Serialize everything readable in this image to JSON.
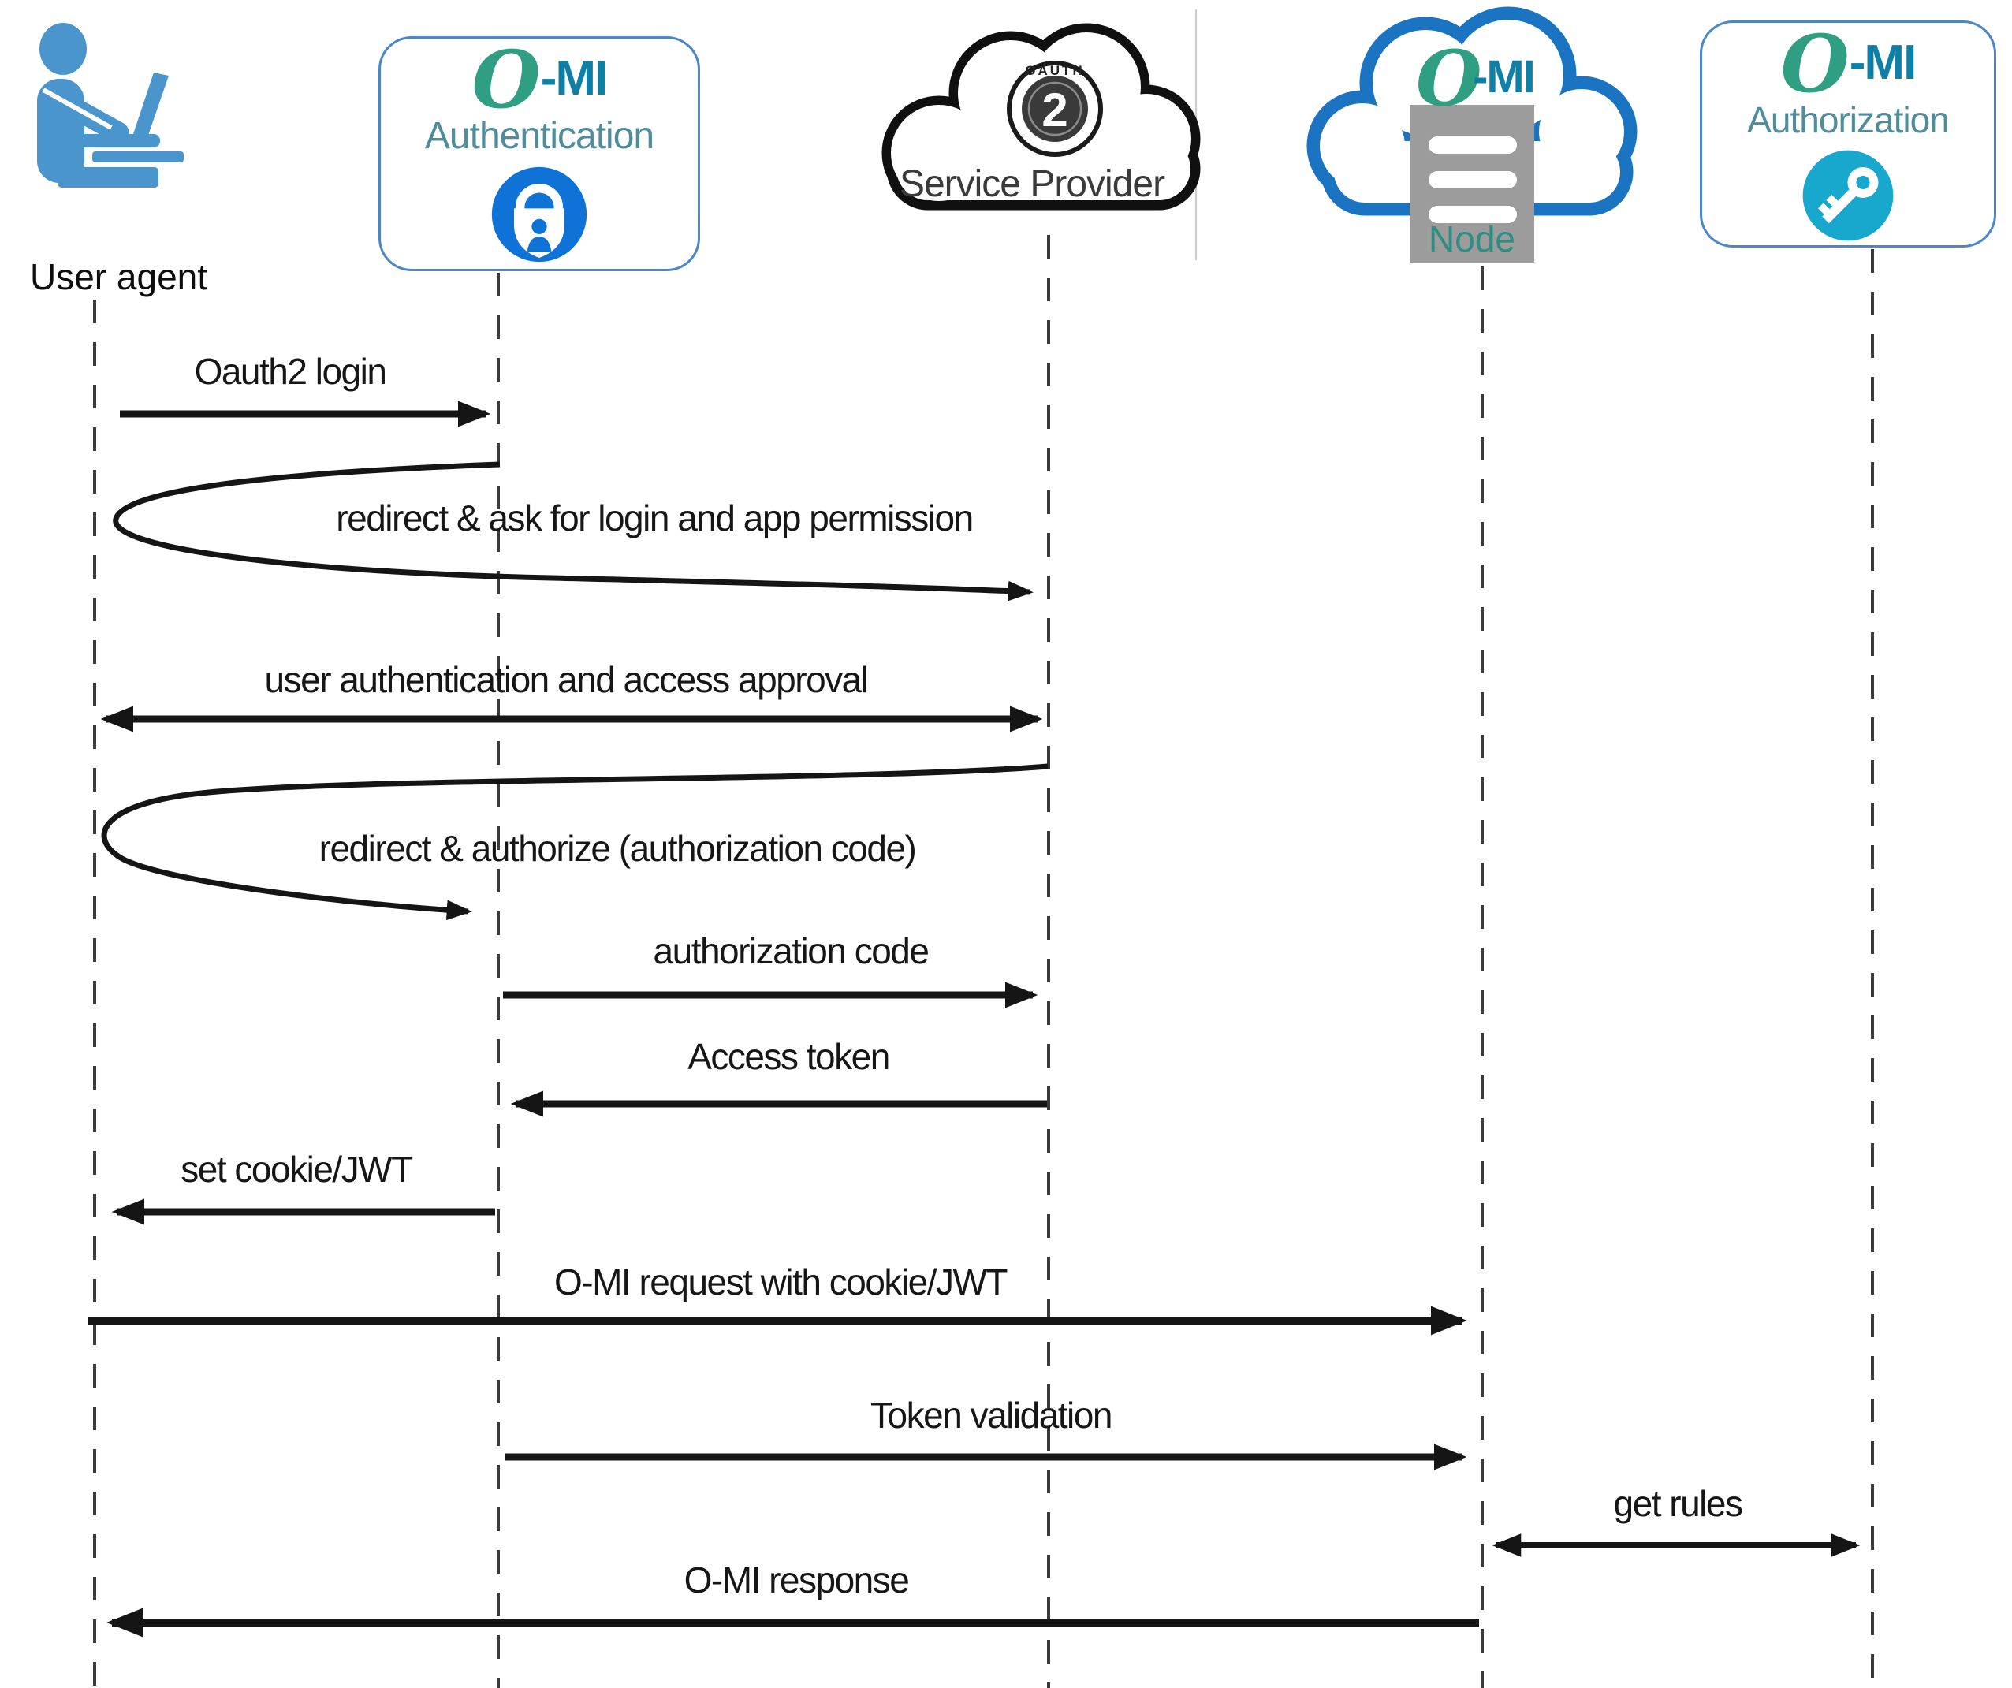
{
  "diagram": {
    "kind": "sequence-diagram",
    "actors": [
      {
        "id": "user-agent",
        "label": "User agent",
        "icon": "person-at-laptop-icon"
      },
      {
        "id": "omi-authentication",
        "logo_o": "O",
        "logo_mi": "-MI",
        "label": "Authentication",
        "icon": "padlock-shield-icon"
      },
      {
        "id": "service-provider",
        "label": "Service Provider",
        "badge_number": "2",
        "badge_ring_text": "OAUTH",
        "icon": "oauth2-badge-cloud-icon"
      },
      {
        "id": "omi-node",
        "logo_o": "O",
        "logo_mi": "-MI",
        "label": "Node",
        "icon": "server-in-cloud-icon"
      },
      {
        "id": "omi-authorization",
        "logo_o": "O",
        "logo_mi": "-MI",
        "label": "Authorization",
        "icon": "key-icon"
      }
    ],
    "messages": [
      {
        "from": "User agent",
        "to": "O-MI Authentication",
        "label": "Oauth2 login",
        "arrow": "solid-right"
      },
      {
        "from": "O-MI Authentication",
        "to": "Service Provider",
        "label": "redirect & ask for login and app permission",
        "arrow": "loopback-curve"
      },
      {
        "from": "User agent",
        "to": "Service Provider",
        "label": "user authentication and access approval",
        "arrow": "double-headed"
      },
      {
        "from": "Service Provider",
        "to": "O-MI Authentication",
        "label": "redirect & authorize (authorization code)",
        "arrow": "loopback-curve"
      },
      {
        "from": "O-MI Authentication",
        "to": "Service Provider",
        "label": "authorization code",
        "arrow": "solid-right"
      },
      {
        "from": "Service Provider",
        "to": "O-MI Authentication",
        "label": "Access token",
        "arrow": "solid-left"
      },
      {
        "from": "O-MI Authentication",
        "to": "User agent",
        "label": "set cookie/JWT",
        "arrow": "solid-left"
      },
      {
        "from": "User agent",
        "to": "O-MI Node",
        "label": "O-MI request with cookie/JWT",
        "arrow": "solid-right"
      },
      {
        "from": "O-MI Authentication",
        "to": "O-MI Node",
        "label": "Token validation",
        "arrow": "solid-right"
      },
      {
        "from": "O-MI Node",
        "to": "O-MI Authorization",
        "label": "get rules",
        "arrow": "double-headed"
      },
      {
        "from": "O-MI Node",
        "to": "User agent",
        "label": "O-MI response",
        "arrow": "solid-left"
      }
    ],
    "colors": {
      "omi_green": "#2f9e82",
      "omi_teal": "#0f7fa6",
      "box_border_blue": "#4a86c8",
      "lock_blue": "#0e72d6",
      "key_cyan": "#18a8cd",
      "cloud_blue": "#1b74c2",
      "person_blue": "#4a95cc",
      "server_gray": "#9c9c9c",
      "node_label_teal": "#2f8d83",
      "arrow_black": "#151515"
    }
  }
}
